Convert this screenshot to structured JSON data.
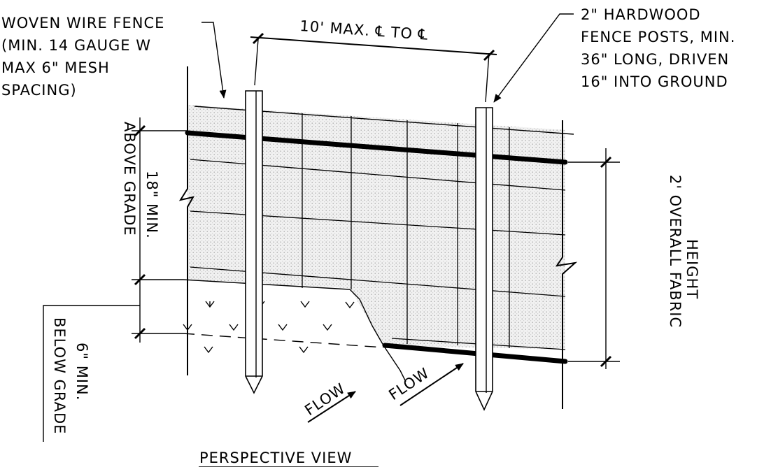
{
  "title": "PERSPECTIVE VIEW",
  "labels": {
    "woven_wire": [
      "WOVEN WIRE FENCE",
      "(MIN. 14 GAUGE W",
      "MAX 6\" MESH",
      "SPACING)"
    ],
    "post_spacing": "10' MAX. ℄ TO ℄",
    "hardwood_posts": [
      "2\" HARDWOOD",
      "FENCE POSTS, MIN.",
      "36\" LONG, DRIVEN",
      "16\" INTO GROUND"
    ],
    "above_grade": [
      "18\" MIN.",
      "ABOVE GRADE"
    ],
    "below_grade": [
      "6\" MIN.",
      "BELOW GRADE"
    ],
    "fabric_height": [
      "2' OVERALL FABRIC",
      "HEIGHT"
    ],
    "flow_1": "FLOW",
    "flow_2": "FLOW"
  },
  "colors": {
    "line": "#000000",
    "fabric": "#ececec",
    "background": "#ffffff"
  }
}
